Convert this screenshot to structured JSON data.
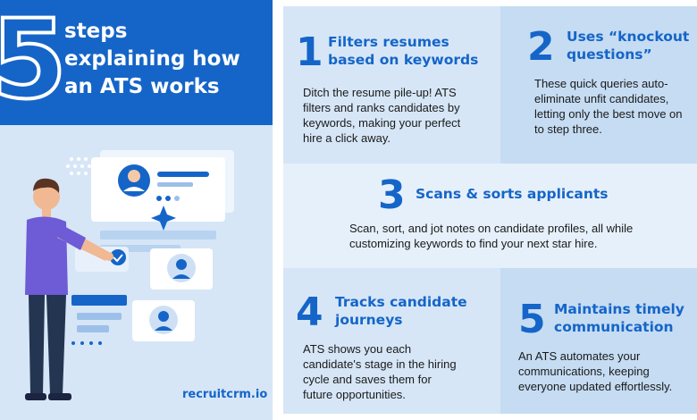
{
  "hero": {
    "number": "5",
    "line1": "steps",
    "line2": "explaining how",
    "line3": "an ATS works"
  },
  "brand": "recruitcrm.io",
  "colors": {
    "brand_blue": "#1565c8",
    "light_blue": "#d6e6f7",
    "mid_blue": "#c5dcf3"
  },
  "steps": [
    {
      "number": "1",
      "title_lines": [
        "Filters resumes",
        "based on keywords"
      ],
      "desc_lines": [
        "Ditch the resume pile-up! ATS",
        "filters and ranks candidates by",
        "keywords, making your perfect",
        "hire a click away."
      ]
    },
    {
      "number": "2",
      "title_lines": [
        "Uses “knockout",
        "questions”"
      ],
      "desc_lines": [
        "These quick queries auto-",
        "eliminate unfit candidates,",
        "letting only the best move on",
        "to step three."
      ]
    },
    {
      "number": "3",
      "title_lines": [
        "Scans & sorts applicants"
      ],
      "desc_lines": [
        "Scan, sort, and jot notes on candidate profiles, all while",
        "customizing keywords to find your next star hire."
      ]
    },
    {
      "number": "4",
      "title_lines": [
        "Tracks candidate",
        "journeys"
      ],
      "desc_lines": [
        "ATS shows you each",
        "candidate's stage in the hiring",
        "cycle and saves them for",
        "future opportunities."
      ]
    },
    {
      "number": "5",
      "title_lines": [
        "Maintains timely",
        "communication"
      ],
      "desc_lines": [
        "An ATS automates your",
        "communications, keeping",
        "everyone updated effortlessly."
      ]
    }
  ]
}
